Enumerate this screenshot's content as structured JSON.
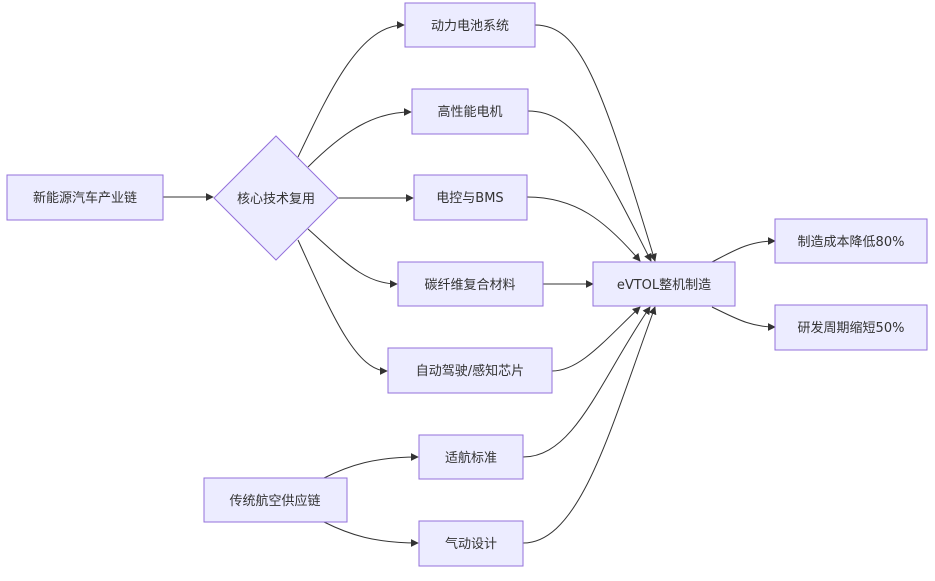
{
  "diagram": {
    "type": "flowchart",
    "direction": "LR",
    "colors": {
      "node_fill": "#ececff",
      "node_stroke": "#9370db",
      "edge": "#333333",
      "text": "#333333",
      "background": "#ffffff"
    },
    "nodes": [
      {
        "id": "nev",
        "label": "新能源汽车产业链",
        "shape": "rect"
      },
      {
        "id": "core",
        "label": "核心技术复用",
        "shape": "diamond"
      },
      {
        "id": "battery",
        "label": "动力电池系统",
        "shape": "rect"
      },
      {
        "id": "motor",
        "label": "高性能电机",
        "shape": "rect"
      },
      {
        "id": "ecu",
        "label": "电控与BMS",
        "shape": "rect"
      },
      {
        "id": "carbon",
        "label": "碳纤维复合材料",
        "shape": "rect"
      },
      {
        "id": "adas",
        "label": "自动驾驶/感知芯片",
        "shape": "rect"
      },
      {
        "id": "evtol",
        "label": "eVTOL整机制造",
        "shape": "rect"
      },
      {
        "id": "cost",
        "label": "制造成本降低80%",
        "shape": "rect"
      },
      {
        "id": "rd",
        "label": "研发周期缩短50%",
        "shape": "rect"
      },
      {
        "id": "aero",
        "label": "传统航空供应链",
        "shape": "rect"
      },
      {
        "id": "airworthy",
        "label": "适航标准",
        "shape": "rect"
      },
      {
        "id": "aerodyn",
        "label": "气动设计",
        "shape": "rect"
      }
    ],
    "edges": [
      {
        "from": "nev",
        "to": "core"
      },
      {
        "from": "core",
        "to": "battery"
      },
      {
        "from": "core",
        "to": "motor"
      },
      {
        "from": "core",
        "to": "ecu"
      },
      {
        "from": "core",
        "to": "carbon"
      },
      {
        "from": "core",
        "to": "adas"
      },
      {
        "from": "battery",
        "to": "evtol"
      },
      {
        "from": "motor",
        "to": "evtol"
      },
      {
        "from": "ecu",
        "to": "evtol"
      },
      {
        "from": "carbon",
        "to": "evtol"
      },
      {
        "from": "adas",
        "to": "evtol"
      },
      {
        "from": "aero",
        "to": "airworthy"
      },
      {
        "from": "aero",
        "to": "aerodyn"
      },
      {
        "from": "airworthy",
        "to": "evtol"
      },
      {
        "from": "aerodyn",
        "to": "evtol"
      },
      {
        "from": "evtol",
        "to": "cost"
      },
      {
        "from": "evtol",
        "to": "rd"
      }
    ]
  }
}
